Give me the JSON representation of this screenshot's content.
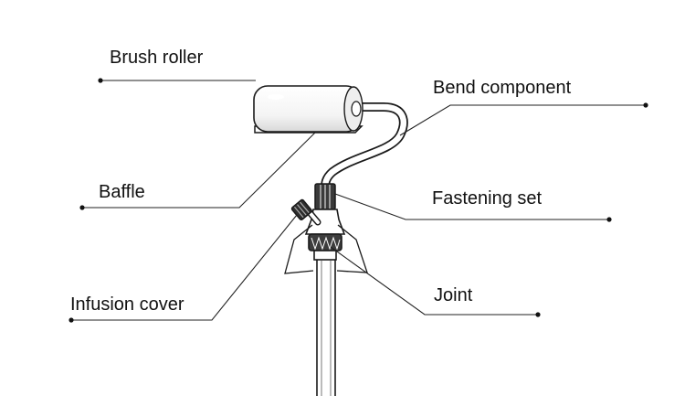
{
  "labels": {
    "brush_roller": "Brush roller",
    "bend_component": "Bend component",
    "baffle": "Baffle",
    "fastening_set": "Fastening set",
    "infusion_cover": "Infusion cover",
    "joint": "Joint"
  },
  "colors": {
    "stroke": "#1a1a1a",
    "fill": "#ffffff",
    "background": "#ffffff"
  }
}
